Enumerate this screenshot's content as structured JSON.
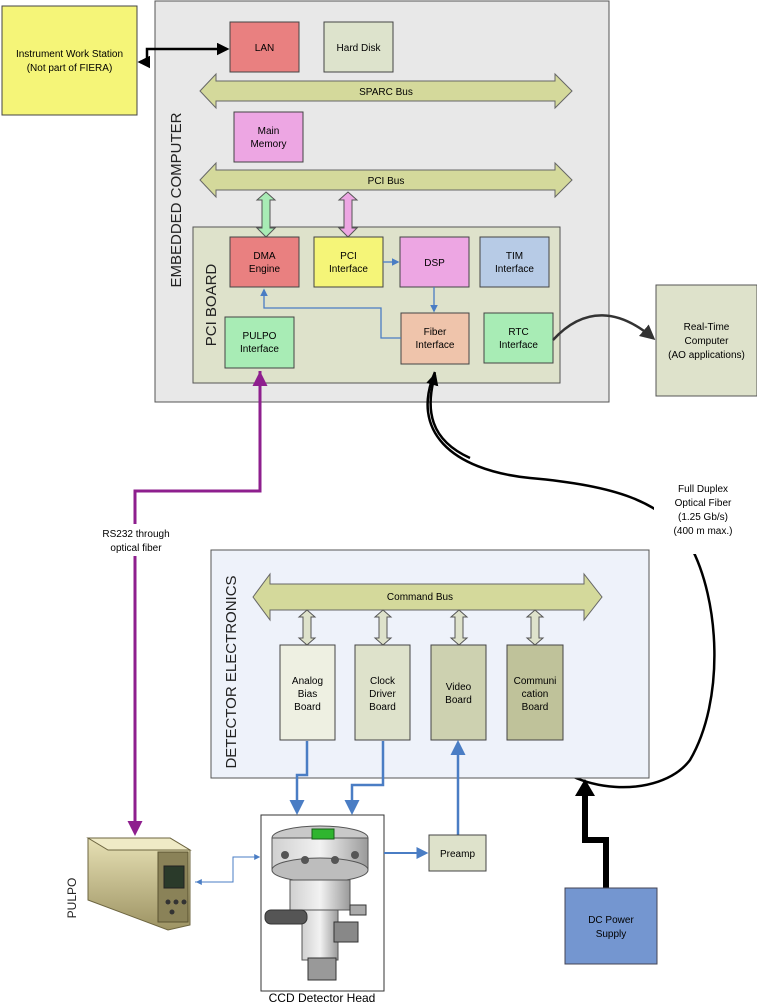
{
  "workstation": [
    "Instrument Work Station",
    "(Not part of FIERA)"
  ],
  "embedded_computer": {
    "label": "EMBEDDED COMPUTER",
    "lan": "LAN",
    "hard_disk": "Hard Disk",
    "sparc_bus": "SPARC Bus",
    "main_memory": [
      "Main",
      "Memory"
    ],
    "pci_bus": "PCI Bus"
  },
  "pci_board": {
    "label": "PCI BOARD",
    "dma": [
      "DMA",
      "Engine"
    ],
    "pci_interface": [
      "PCI",
      "Interface"
    ],
    "dsp": "DSP",
    "tim": [
      "TIM",
      "Interface"
    ],
    "pulpo_interface": [
      "PULPO",
      "Interface"
    ],
    "fiber_interface": [
      "Fiber",
      "Interface"
    ],
    "rtc_interface": [
      "RTC",
      "Interface"
    ]
  },
  "rtc": [
    "Real-Time",
    "Computer",
    "(AO applications)"
  ],
  "rs232": [
    "RS232 through",
    "optical fiber"
  ],
  "fiber_link": [
    "Full Duplex",
    "Optical Fiber",
    "(1.25 Gb/s)",
    "(400 m max.)"
  ],
  "detector_electronics": {
    "label": "DETECTOR ELECTRONICS",
    "command_bus": "Command Bus",
    "analog_bias": [
      "Analog",
      "Bias",
      "Board"
    ],
    "clock_driver": [
      "Clock",
      "Driver",
      "Board"
    ],
    "video": [
      "Video",
      "Board"
    ],
    "communication": [
      "Communi",
      "cation",
      "Board"
    ]
  },
  "pulpo_label": "PULPO",
  "ccd_label": "CCD Detector Head",
  "preamp": "Preamp",
  "dc_power": [
    "DC Power",
    "Supply"
  ],
  "colors": {
    "lan": "#e98080",
    "hard_disk": "#dde3cc",
    "bus": "#d4d99b",
    "memory": "#eda6e3",
    "yellow": "#f5f578",
    "tim": "#b7cbe6",
    "green": "#a8ecb5",
    "fiber": "#efc4ab",
    "pci_board": "#dee2cb",
    "embedded": "#e8e8e8",
    "detector": "#eef2fa",
    "power": "#7496d0",
    "purple": "#8e1f8e",
    "blue_link": "#4a7dc4"
  }
}
